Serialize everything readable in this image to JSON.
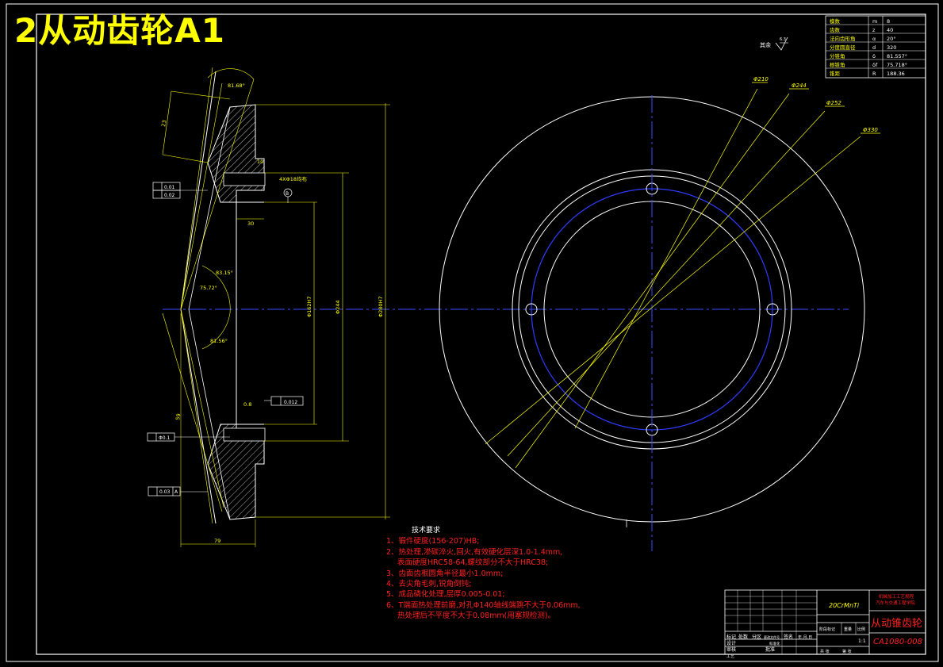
{
  "sheet": {
    "title": "2从动齿轮A1"
  },
  "params": {
    "rows": [
      {
        "label": "模数",
        "sym": "m",
        "value": "8"
      },
      {
        "label": "齿数",
        "sym": "z",
        "value": "40"
      },
      {
        "label": "法向齿形角",
        "sym": "α",
        "value": "20°"
      },
      {
        "label": "分度圆直径",
        "sym": "d",
        "value": "320"
      },
      {
        "label": "分锥角",
        "sym": "δ",
        "value": "81.557°"
      },
      {
        "label": "根锥角",
        "sym": "δf",
        "value": "75.718°"
      },
      {
        "label": "锥距",
        "sym": "R",
        "value": "188.36"
      }
    ]
  },
  "surface": {
    "remainder_label": "其余",
    "roughness": "6.3"
  },
  "section_view": {
    "angle_top": "81.68°",
    "angle_mid": "83.15°",
    "angle_left": "75.72°",
    "angle_low": "81.56°",
    "dim_top": "23",
    "dim_small": "10",
    "dim_hole": "4XΦ18均布",
    "dim_30": "30",
    "dim_d1": "Φ162H7",
    "dim_d2": "Φ244",
    "dim_d3": "Φ280H7",
    "dim_bottom": "79",
    "dim_side": "59",
    "dim_chamfer": "0.8",
    "tol_runout": "0.01",
    "tol_flat": "0.02",
    "tol_b": "0.012",
    "tol_c": "0.03",
    "tol_d": "Φ0.1",
    "datum_a": "A",
    "datum_b": "B"
  },
  "front_view": {
    "d1": "Φ210",
    "d2": "Φ244",
    "d3": "Φ252",
    "d4": "Φ330"
  },
  "tech_req": {
    "heading": "技术要求",
    "lines": [
      "1、锻件硬度(156-207)HB;",
      "2、热处理,渗碳淬火,回火,有效硬化层深1.0-1.4mm,",
      "表面硬度HRC58-64,螺纹部分不大于HRC38;",
      "3、齿面齿根圆角半径最小1.0mm;",
      "4、去尖角毛刺,锐角倒钝;",
      "5、成品磷化处理,层厚0.005-0.01;",
      "6、T端面热处理前磨,对孔Φ140轴线端跳不大于0.06mm,",
      "热处理后不平度不大于0.08mm(用塞规检测)。"
    ]
  },
  "title_block": {
    "material": "20CrMnTi",
    "school": "机械加工工艺规程",
    "school2": "汽车与交通工程学院",
    "part_name": "从动锥齿轮",
    "drawing_no": "CA1080-008",
    "scale": "1:1",
    "labels": [
      "标记",
      "处数",
      "分区",
      "更改文件号",
      "签名",
      "年.月.日",
      "设计",
      "标准化",
      "阶段标记",
      "重量",
      "比例",
      "审核",
      "工艺",
      "批准",
      "共 张",
      "第 张"
    ]
  }
}
